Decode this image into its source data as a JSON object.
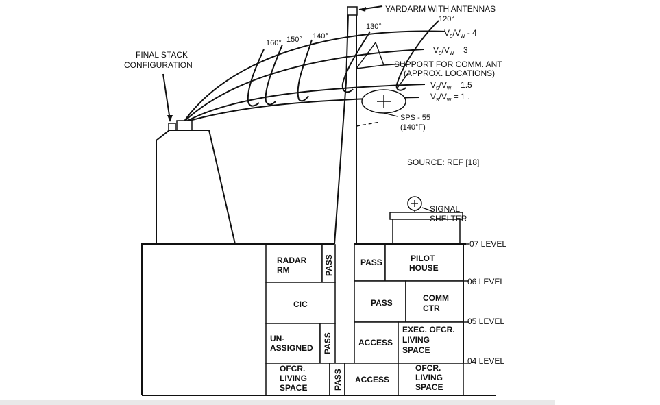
{
  "labels": {
    "yardarm": "YARDARM WITH ANTENNAS",
    "final_stack_1": "FINAL STACK",
    "final_stack_2": "CONFIGURATION",
    "support_1": "SUPPORT FOR COMM. ANT",
    "support_2": "(APPROX. LOCATIONS)",
    "sps_1": "SPS - 55",
    "sps_2": "(140°F)",
    "source": "SOURCE:  REF [18]",
    "signal_1": "SIGNAL",
    "signal_2": "SHELTER"
  },
  "angles": [
    "160°",
    "150°",
    "140°",
    "130°",
    "120°"
  ],
  "ratios": [
    {
      "base": "V",
      "sub": "s",
      "slash": "/V",
      "sub2": "w",
      "value": " - 4"
    },
    {
      "base": "V",
      "sub": "s",
      "slash": "/V",
      "sub2": "w",
      "value": " = 3"
    },
    {
      "base": "V",
      "sub": "s",
      "slash": "/V",
      "sub2": "w",
      "value": " = 1.5"
    },
    {
      "base": "V",
      "sub": "s",
      "slash": "/V",
      "sub2": "w",
      "value": " = 1 ."
    }
  ],
  "levels": [
    "07 LEVEL",
    "06 LEVEL",
    "05 LEVEL",
    "04 LEVEL"
  ],
  "rooms": {
    "radar_1": "RADAR",
    "radar_2": "RM",
    "pass": "PASS",
    "pilot_1": "PILOT",
    "pilot_2": "HOUSE",
    "cic": "CIC",
    "comm_1": "COMM",
    "comm_2": "CTR",
    "unassigned_1": "UN-",
    "unassigned_2": "ASSIGNED",
    "access": "ACCESS",
    "exec_1": "EXEC. OFCR.",
    "exec_2": "LIVING",
    "exec_3": "SPACE",
    "ofcr_1": "OFCR.",
    "ofcr_2": "LIVING",
    "ofcr_3": "SPACE"
  }
}
